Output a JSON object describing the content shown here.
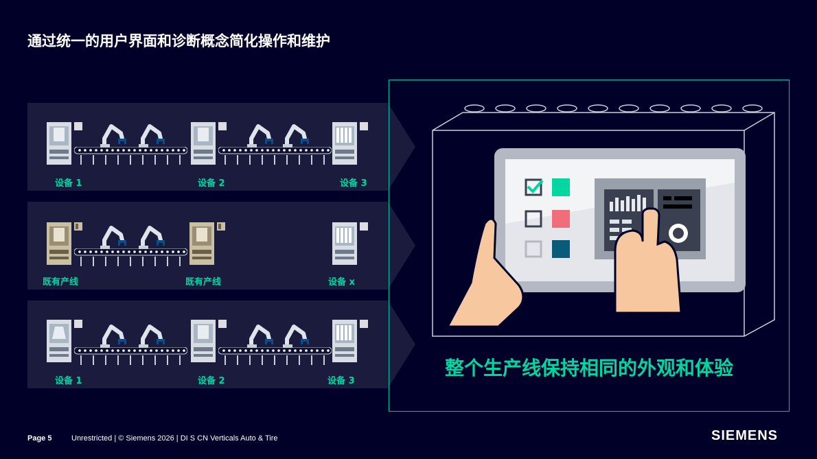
{
  "slide": {
    "title": "通过统一的用户界面和诊断概念简化操作和维护",
    "caption": "整个生产线保持相同的外观和体验"
  },
  "rows": [
    {
      "labels": [
        "设备 1",
        "设备 2",
        "设备 3"
      ]
    },
    {
      "labels": [
        "既有产线",
        "既有产线",
        "设备 x"
      ]
    },
    {
      "labels": [
        "设备 1",
        "设备 2",
        "设备 3"
      ]
    }
  ],
  "footer": {
    "page": "Page 5",
    "info": "Unrestricted | © Siemens 2026 | DI S CN Verticals Auto & Tire",
    "logo": "SIEMENS"
  },
  "colors": {
    "background": "#000028",
    "row": "#1b1b3d",
    "accent": "#00d7a0",
    "border": "#00bfa5",
    "machine_new": "#d8dce3",
    "machine_old": "#c9c0a4",
    "robot_gripper": "#0a4d8c"
  },
  "icons": [
    "machine-icon",
    "robot-arm-icon",
    "conveyor-icon",
    "tablet-icon",
    "hand-icon",
    "checkbox-icon",
    "plc-block-icon"
  ]
}
